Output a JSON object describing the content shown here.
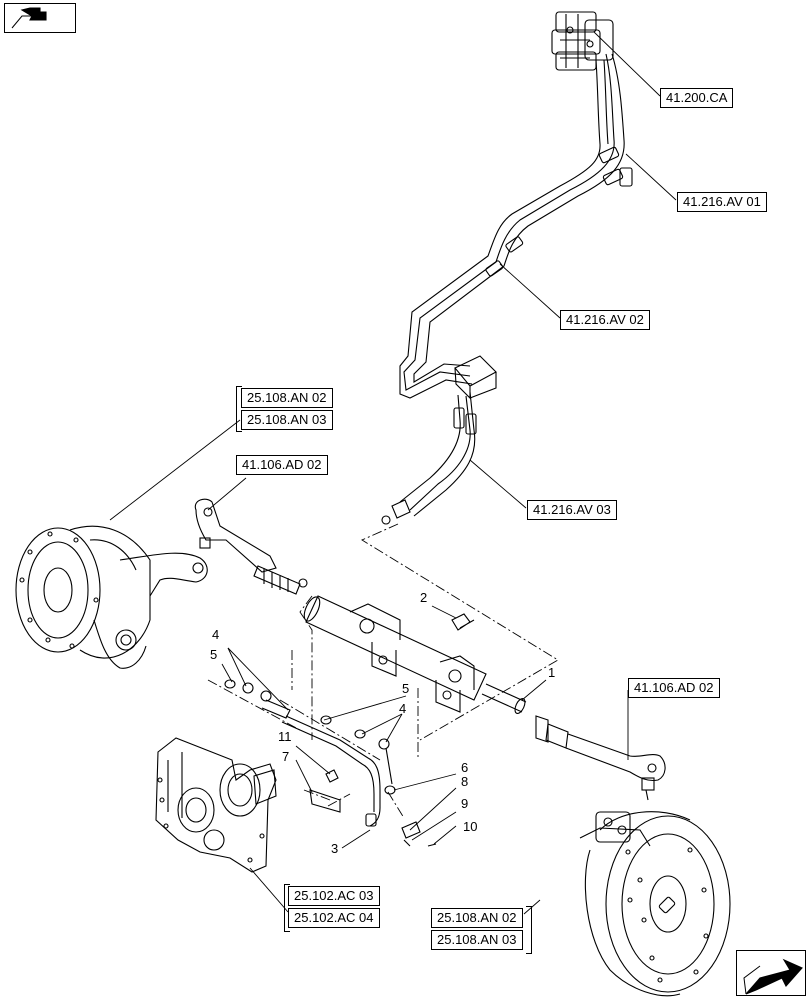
{
  "references": {
    "r_41_200_ca": "41.200.CA",
    "r_41_216_av01": "41.216.AV 01",
    "r_41_216_av02": "41.216.AV 02",
    "r_41_216_av03": "41.216.AV 03",
    "r_41_106_ad02_left": "41.106.AD 02",
    "r_41_106_ad02_right": "41.106.AD 02",
    "r_25_108_an02_left": "25.108.AN 02",
    "r_25_108_an03_left": "25.108.AN 03",
    "r_25_108_an02_right": "25.108.AN 02",
    "r_25_108_an03_right": "25.108.AN 03",
    "r_25_102_ac03": "25.102.AC 03",
    "r_25_102_ac04": "25.102.AC 04"
  },
  "callouts": {
    "c1": "1",
    "c2": "2",
    "c3": "3",
    "c4a": "4",
    "c4b": "4",
    "c5a": "5",
    "c5b": "5",
    "c6": "6",
    "c7": "7",
    "c8": "8",
    "c9": "9",
    "c10": "10",
    "c11": "11"
  },
  "nav": {
    "prev_icon": "previous-page-icon",
    "next_icon": "next-page-icon"
  }
}
